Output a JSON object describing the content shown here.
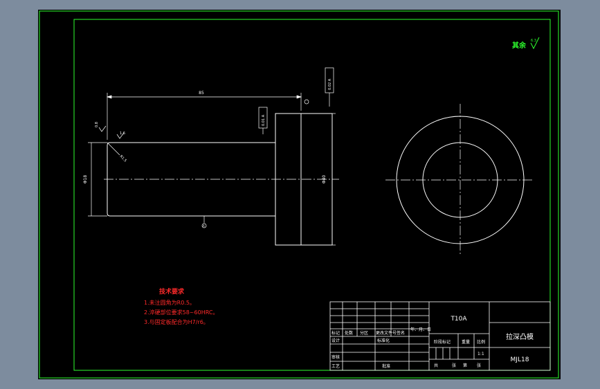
{
  "roughness": {
    "label": "其余",
    "symbol": "6.3"
  },
  "tech_requirements": {
    "title": "技术要求",
    "items": [
      "1.未注圆角为R0.5。",
      "2.淬硬部位要求58~60HRC。",
      "3.与固定板配合为H7/r6。"
    ]
  },
  "dimensions": {
    "length": "85",
    "head_dia": "Φ40",
    "shank_dia": "Φ18",
    "chamfer": "R1.5",
    "ra_top": "0.8",
    "ra_side": "1.6",
    "tol_perp": "0.01 A",
    "tol_runout": "0.02 A",
    "datum": "A"
  },
  "title_block": {
    "material": "T10A",
    "part_name": "拉深凸模",
    "drawing_no": "MJL18",
    "scale": "1:1",
    "labels": {
      "mark": "标记",
      "count": "处数",
      "zone": "分区",
      "change_doc": "更改文件号",
      "sign": "签名",
      "date": "年、月、日",
      "design": "设计",
      "standardize": "标准化",
      "stage_mark": "阶段标记",
      "weight": "重量",
      "scale_label": "比例",
      "review": "审核",
      "process": "工艺",
      "approve": "批准",
      "sheets_total": "共",
      "sheets": "张",
      "sheet_no": "第",
      "sheet_unit": "张"
    }
  },
  "colors": {
    "background": "#000000",
    "frame": "#2eff2e",
    "geometry": "#ffffff",
    "notes": "#ff2a2a"
  }
}
